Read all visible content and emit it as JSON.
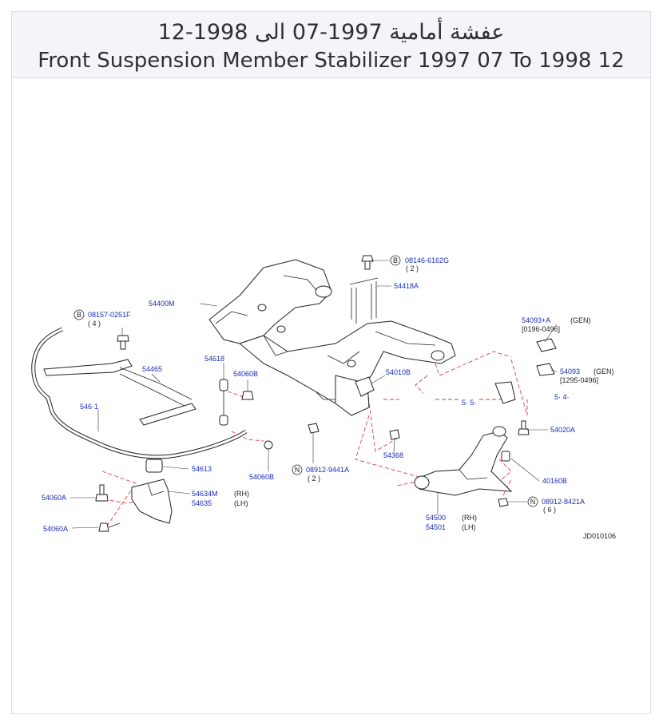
{
  "header": {
    "title_ar": "عفشة أمامية 1997-07 الى 1998-12",
    "title_en": "Front Suspension Member Stabilizer 1997 07 To 1998 12"
  },
  "colors": {
    "label": "#1a2bb5",
    "leader_dash": "#e0393e",
    "header_bg": "#f4f5f8"
  },
  "parts": {
    "p08146": {
      "badge": "B",
      "code": "08146-6162G",
      "qty": "( 2 )"
    },
    "p54418A": {
      "code": "54418A"
    },
    "p54400M": {
      "code": "54400M"
    },
    "p08157": {
      "badge": "B",
      "code": "08157-0251F",
      "qty": "( 4 )"
    },
    "p54465": {
      "code": "54465"
    },
    "p5461x": {
      "code": "546·1"
    },
    "p54618": {
      "code": "54618"
    },
    "p54060B_top": {
      "code": "54060B"
    },
    "p54010B": {
      "code": "54010B"
    },
    "p54093A": {
      "code": "54093+A",
      "note": "(GEN)",
      "range": "[0196-0496]"
    },
    "p54093": {
      "code": "54093",
      "note": "(GEN)",
      "range": "[1295-0496]"
    },
    "p5454": {
      "code": "5· 5·"
    },
    "p5444": {
      "code": "5· 4·"
    },
    "p54020A": {
      "code": "54020A"
    },
    "p54368": {
      "code": "54368"
    },
    "p08912_9441": {
      "badge": "N",
      "code": "08912-9441A",
      "qty": "( 2 )"
    },
    "p54613": {
      "code": "54613"
    },
    "p54060B_bot": {
      "code": "54060B"
    },
    "p54060A_1": {
      "code": "54060A"
    },
    "p54060A_2": {
      "code": "54060A"
    },
    "p54634M": {
      "code": "54634M",
      "side": "(RH)"
    },
    "p54635": {
      "code": "54635",
      "side": "(LH)"
    },
    "p40160B": {
      "code": "40160B"
    },
    "p08912_8421": {
      "badge": "N",
      "code": "08912-8421A",
      "qty": "( 6 )"
    },
    "p54500": {
      "code": "54500",
      "side": "(RH)"
    },
    "p54501": {
      "code": "54501",
      "side": "(LH)"
    }
  },
  "diagram_code": "JD010106"
}
